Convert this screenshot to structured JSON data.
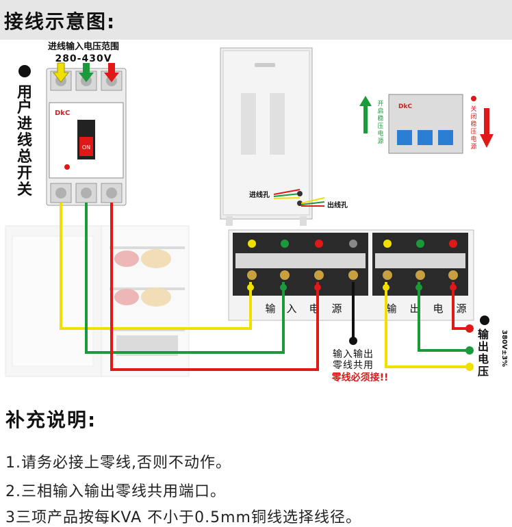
{
  "header": {
    "title": "接线示意图:"
  },
  "diagram": {
    "input_range_label": "进线输入电压范围",
    "input_range_value": "280-430V",
    "user_switch_label": [
      "用",
      "户",
      "进",
      "线",
      "总",
      "开",
      "关"
    ],
    "breaker_brand": "DkC",
    "breaker_on_label": "ON",
    "inlet_label": "进线孔",
    "outlet_label": "出线孔",
    "open_label": [
      "开",
      "启",
      "稳",
      "压",
      "电",
      "源"
    ],
    "close_label": [
      "关",
      "闭",
      "稳",
      "压",
      "电",
      "源"
    ],
    "input_power_label": [
      "输",
      "入",
      "电",
      "源"
    ],
    "output_power_label": [
      "输",
      "出",
      "电",
      "源"
    ],
    "neutral_shared_line1": "输入输出",
    "neutral_shared_line2": "零线共用",
    "neutral_warning": "零线必须接!!",
    "output_voltage_label": [
      "输",
      "出",
      "电",
      "压"
    ],
    "output_voltage_value": "380V±3%",
    "colors": {
      "yellow": "#f0e000",
      "green": "#1a9a3a",
      "red": "#e01818",
      "black": "#111111"
    }
  },
  "notes": {
    "title": "补充说明:",
    "items": [
      "1.请务必接上零线,否则不动作。",
      "2.三相输入输出零线共用端口。",
      "3三项产品按每KVA  不小于0.5mm铜线选择线径。"
    ]
  }
}
